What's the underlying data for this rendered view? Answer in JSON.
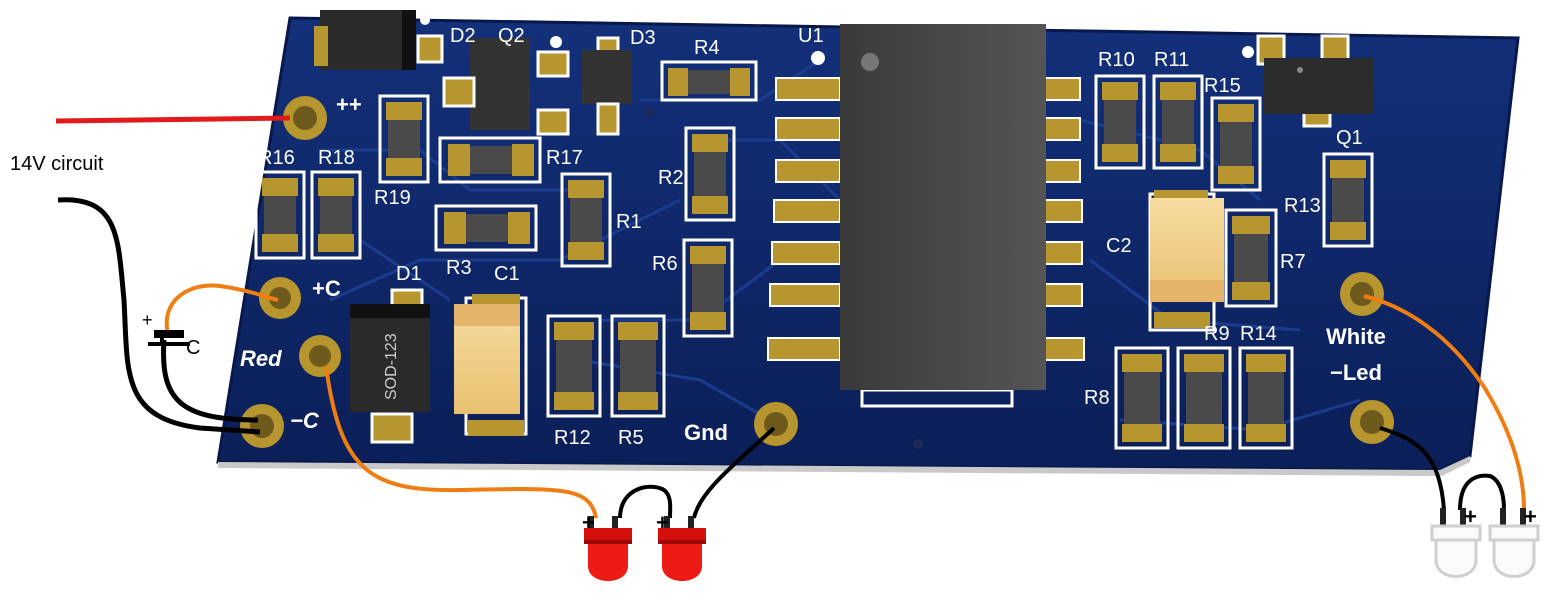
{
  "circuit_label": "14V circuit",
  "capacitor_label": "C",
  "plus_sign": "+",
  "pads": {
    "pp": "++",
    "pc": "+C",
    "red": "Red",
    "mc": "−C",
    "gnd": "Gnd",
    "white": "White",
    "led": "−Led"
  },
  "refs": {
    "D2": "D2",
    "Q2": "Q2",
    "D3": "D3",
    "R4": "R4",
    "U1": "U1",
    "R10": "R10",
    "R11": "R11",
    "R15": "R15",
    "Q1": "Q1",
    "R13": "R13",
    "R16": "R16",
    "R18": "R18",
    "R19": "R19",
    "R17": "R17",
    "R2": "R2",
    "R1": "R1",
    "R3": "R3",
    "C1": "C1",
    "D1": "D1",
    "R6": "R6",
    "C2": "C2",
    "R7": "R7",
    "R9": "R9",
    "R14": "R14",
    "R8": "R8",
    "R12": "R12",
    "R5": "R5"
  },
  "diode_marking": "SOD-123",
  "colors": {
    "board": "#0d2462",
    "board_edge": "#16357f",
    "pad": "#b7952f",
    "wire_red": "#e11b1b",
    "wire_orange": "#f07d12",
    "wire_black": "#000000",
    "led_red": "#e8120f",
    "led_white": "#d4d4d4"
  }
}
